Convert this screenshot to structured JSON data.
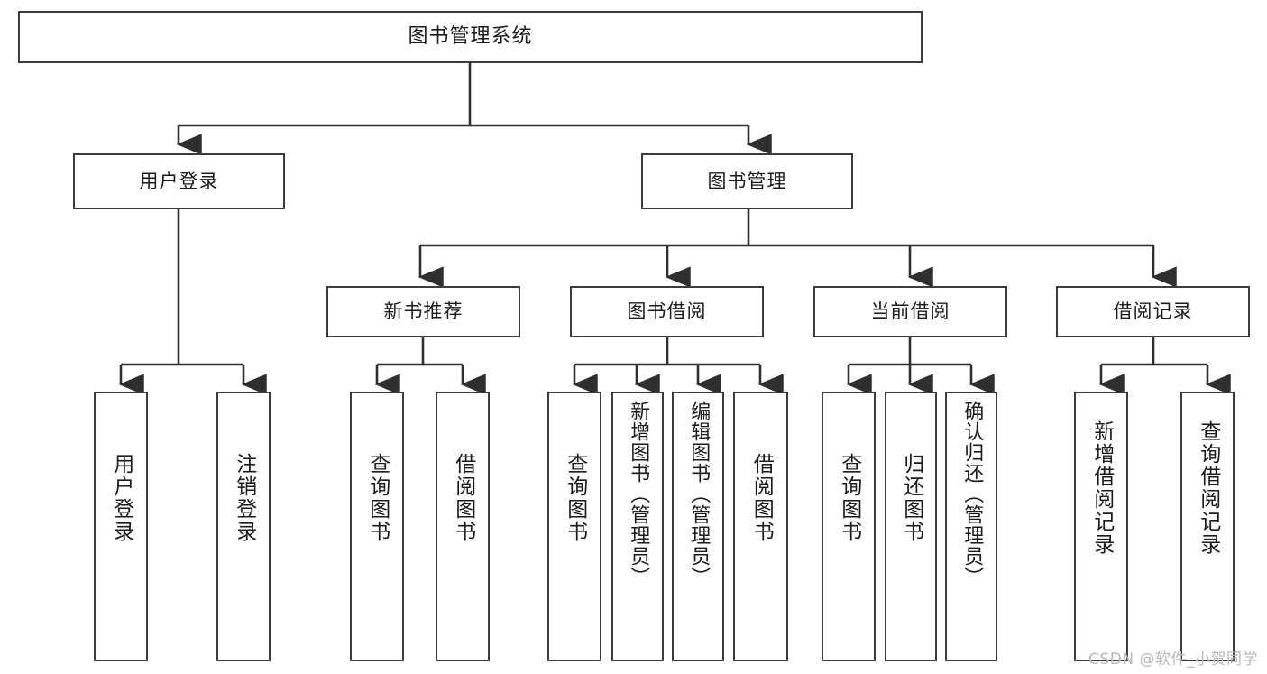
{
  "diagram": {
    "title": "图书管理系统",
    "type": "tree",
    "watermark": "CSDN @软件_小贺同学",
    "colors": {
      "border": "#3b3b3b",
      "background": "#ffffff",
      "text": "#1b1b1b",
      "watermark": "#b9b9b9"
    },
    "root": {
      "id": "root",
      "label": "图书管理系统"
    },
    "level1": [
      {
        "id": "user-login",
        "label": "用户登录"
      },
      {
        "id": "book-manage",
        "label": "图书管理"
      }
    ],
    "level2": [
      {
        "id": "new-book-recommend",
        "label": "新书推荐",
        "parent": "book-manage"
      },
      {
        "id": "book-borrow",
        "label": "图书借阅",
        "parent": "book-manage"
      },
      {
        "id": "current-borrow",
        "label": "当前借阅",
        "parent": "book-manage"
      },
      {
        "id": "borrow-record",
        "label": "借阅记录",
        "parent": "book-manage"
      }
    ],
    "leaves": {
      "user-login": [
        {
          "id": "leaf-user-login",
          "label": "用户登录"
        },
        {
          "id": "leaf-user-logout",
          "label": "注销登录"
        }
      ],
      "new-book-recommend": [
        {
          "id": "leaf-query-book-1",
          "label": "查询图书"
        },
        {
          "id": "leaf-borrow-book-1",
          "label": "借阅图书"
        }
      ],
      "book-borrow": [
        {
          "id": "leaf-query-book-2",
          "label": "查询图书"
        },
        {
          "id": "leaf-add-book",
          "label": "新增图书（管理员）"
        },
        {
          "id": "leaf-edit-book",
          "label": "编辑图书（管理员）"
        },
        {
          "id": "leaf-borrow-book-2",
          "label": "借阅图书"
        }
      ],
      "current-borrow": [
        {
          "id": "leaf-query-book-3",
          "label": "查询图书"
        },
        {
          "id": "leaf-return-book",
          "label": "归还图书"
        },
        {
          "id": "leaf-confirm-return",
          "label": "确认归还（管理员）"
        }
      ],
      "borrow-record": [
        {
          "id": "leaf-add-record",
          "label": "新增借阅记录"
        },
        {
          "id": "leaf-query-record",
          "label": "查询借阅记录"
        }
      ]
    }
  }
}
